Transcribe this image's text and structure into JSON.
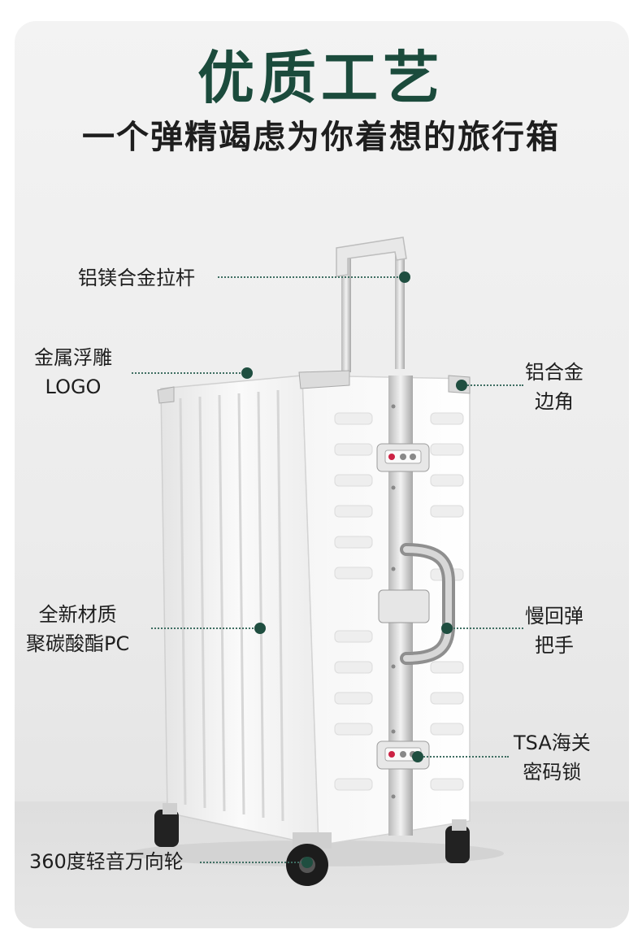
{
  "header": {
    "title": "优质工艺",
    "subtitle": "一个弹精竭虑为你着想的旅行箱"
  },
  "features": {
    "handle_rod": {
      "line1": "铝镁合金拉杆"
    },
    "logo": {
      "line1": "金属浮雕",
      "line2": "LOGO"
    },
    "corner": {
      "line1": "铝合金",
      "line2": "边角"
    },
    "material": {
      "line1": "全新材质",
      "line2": "聚碳酸酯PC"
    },
    "side_handle": {
      "line1": "慢回弹",
      "line2": "把手"
    },
    "lock": {
      "line1": "TSA海关",
      "line2": "密码锁"
    },
    "wheels": {
      "line1": "360度轻音万向轮"
    }
  },
  "colors": {
    "title": "#1b4b3c",
    "marker": "#1f4e40",
    "shell": "#f7f7f7",
    "background": "#efefef"
  }
}
